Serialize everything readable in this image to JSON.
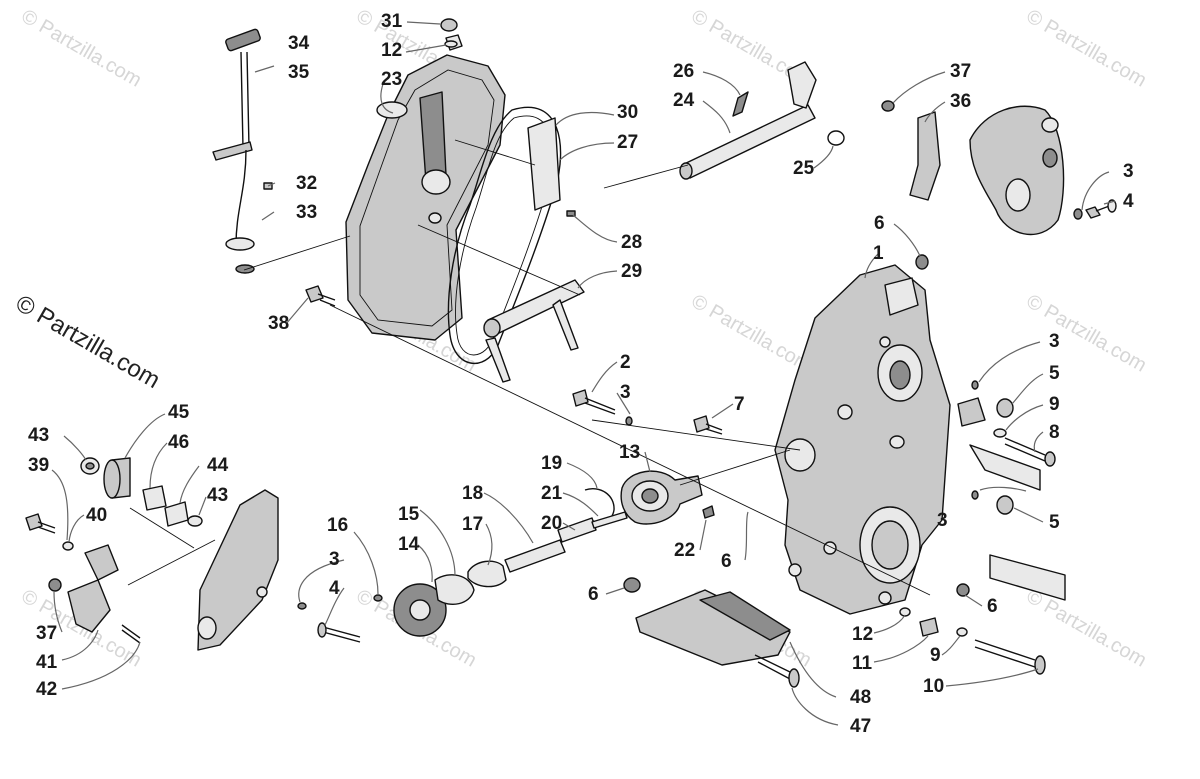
{
  "watermark": {
    "text": "© Partzilla.com",
    "repeat_text": "© Partzilla.com"
  },
  "callouts": [
    {
      "id": "c34",
      "text": "34"
    },
    {
      "id": "c35",
      "text": "35"
    },
    {
      "id": "c32",
      "text": "32"
    },
    {
      "id": "c33",
      "text": "33"
    },
    {
      "id": "c31",
      "text": "31"
    },
    {
      "id": "c12a",
      "text": "12"
    },
    {
      "id": "c23",
      "text": "23"
    },
    {
      "id": "c30",
      "text": "30"
    },
    {
      "id": "c27",
      "text": "27"
    },
    {
      "id": "c28",
      "text": "28"
    },
    {
      "id": "c29",
      "text": "29"
    },
    {
      "id": "c38",
      "text": "38"
    },
    {
      "id": "c26",
      "text": "26"
    },
    {
      "id": "c24",
      "text": "24"
    },
    {
      "id": "c25",
      "text": "25"
    },
    {
      "id": "c37a",
      "text": "37"
    },
    {
      "id": "c36",
      "text": "36"
    },
    {
      "id": "c3a",
      "text": "3"
    },
    {
      "id": "c4a",
      "text": "4"
    },
    {
      "id": "c6a",
      "text": "6"
    },
    {
      "id": "c1",
      "text": "1"
    },
    {
      "id": "c3b",
      "text": "3"
    },
    {
      "id": "c5a",
      "text": "5"
    },
    {
      "id": "c9a",
      "text": "9"
    },
    {
      "id": "c8",
      "text": "8"
    },
    {
      "id": "c2",
      "text": "2"
    },
    {
      "id": "c3c",
      "text": "3"
    },
    {
      "id": "c7",
      "text": "7"
    },
    {
      "id": "c13",
      "text": "13"
    },
    {
      "id": "c3d",
      "text": "3"
    },
    {
      "id": "c5b",
      "text": "5"
    },
    {
      "id": "c19",
      "text": "19"
    },
    {
      "id": "c21",
      "text": "21"
    },
    {
      "id": "c20",
      "text": "20"
    },
    {
      "id": "c22",
      "text": "22"
    },
    {
      "id": "c18",
      "text": "18"
    },
    {
      "id": "c17",
      "text": "17"
    },
    {
      "id": "c6b",
      "text": "6"
    },
    {
      "id": "c6c",
      "text": "6"
    },
    {
      "id": "c6d",
      "text": "6"
    },
    {
      "id": "c45",
      "text": "45"
    },
    {
      "id": "c43a",
      "text": "43"
    },
    {
      "id": "c46",
      "text": "46"
    },
    {
      "id": "c44",
      "text": "44"
    },
    {
      "id": "c39",
      "text": "39"
    },
    {
      "id": "c43b",
      "text": "43"
    },
    {
      "id": "c40",
      "text": "40"
    },
    {
      "id": "c16",
      "text": "16"
    },
    {
      "id": "c15",
      "text": "15"
    },
    {
      "id": "c14",
      "text": "14"
    },
    {
      "id": "c3e",
      "text": "3"
    },
    {
      "id": "c4b",
      "text": "4"
    },
    {
      "id": "c37b",
      "text": "37"
    },
    {
      "id": "c41",
      "text": "41"
    },
    {
      "id": "c42",
      "text": "42"
    },
    {
      "id": "c12b",
      "text": "12"
    },
    {
      "id": "c11",
      "text": "11"
    },
    {
      "id": "c9b",
      "text": "9"
    },
    {
      "id": "c10",
      "text": "10"
    },
    {
      "id": "c48",
      "text": "48"
    },
    {
      "id": "c47",
      "text": "47"
    }
  ]
}
